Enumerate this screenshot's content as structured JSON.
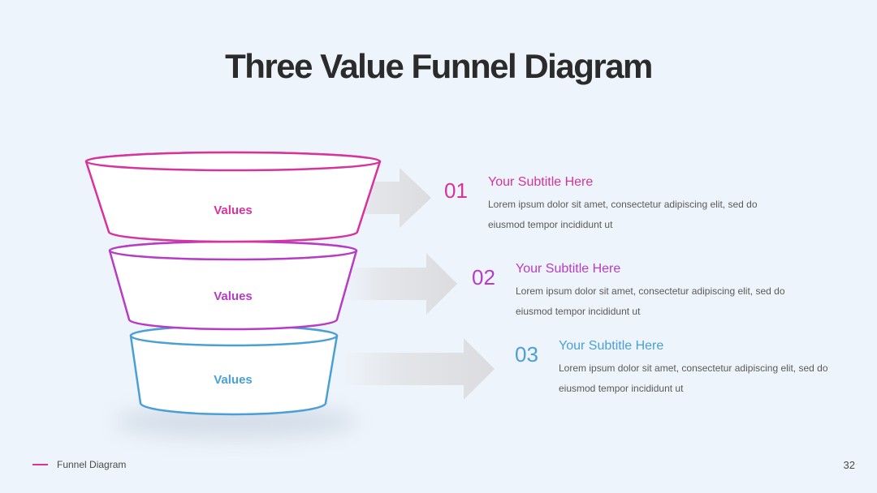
{
  "slide": {
    "title": "Three Value Funnel Diagram",
    "footer_label": "Funnel Diagram",
    "page_number": "32",
    "accent_color": "#d6339c"
  },
  "funnel": [
    {
      "label": "Values",
      "color": "#d6339c"
    },
    {
      "label": "Values",
      "color": "#b63cc6"
    },
    {
      "label": "Values",
      "color": "#4aa0d6"
    }
  ],
  "items": [
    {
      "number": "01",
      "subtitle": "Your Subtitle Here",
      "description": "Lorem ipsum dolor sit amet, consectetur adipiscing elit, sed do eiusmod tempor incididunt ut",
      "color": "#d6339c"
    },
    {
      "number": "02",
      "subtitle": "Your Subtitle Here",
      "description": "Lorem ipsum dolor sit amet, consectetur adipiscing elit, sed do eiusmod tempor incididunt ut",
      "color": "#b63cc6"
    },
    {
      "number": "03",
      "subtitle": "Your Subtitle Here",
      "description": "Lorem ipsum dolor sit amet, consectetur adipiscing elit, sed do eiusmod tempor incididunt ut",
      "color": "#4aa0d6"
    }
  ]
}
